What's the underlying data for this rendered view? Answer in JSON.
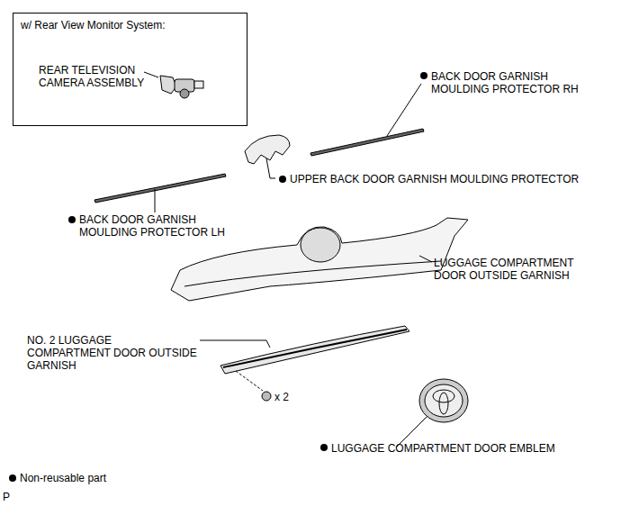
{
  "diagram": {
    "nodes": [
      {
        "text": [
          "w/ Rear View Monitor System:",
          "REAR TELEVISION CAMERA ASSEMBLY"
        ]
      }
    ],
    "labels": [
      "BACK DOOR GARNISH MOULDING PROTECTOR RH",
      "UPPER BACK DOOR GARNISH MOULDING PROTECTOR",
      "BACK DOOR GARNISH MOULDING PROTECTOR LH",
      "LUGGAGE COMPARTMENT DOOR OUTSIDE GARNISH",
      "NO. 2 LUGGAGE COMPARTMENT DOOR OUTSIDE GARNISH",
      "x 2",
      "LUGGAGE COMPARTMENT DOOR EMBLEM",
      "Non-reusable part",
      "P"
    ]
  }
}
